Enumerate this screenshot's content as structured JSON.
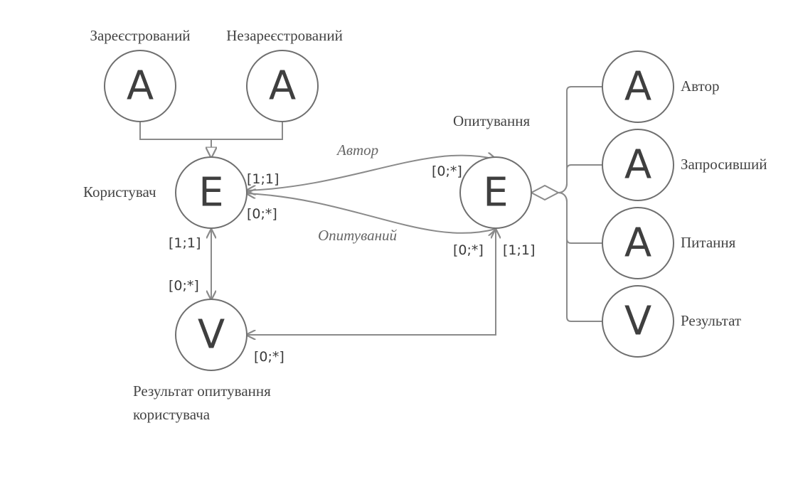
{
  "nodes": {
    "registered": {
      "letter": "A",
      "label": "Зареєстрований"
    },
    "unregistered": {
      "letter": "A",
      "label": "Незареєстрований"
    },
    "user": {
      "letter": "E",
      "label": "Користувач"
    },
    "user_result": {
      "letter": "V",
      "label_line1": "Результат опитування",
      "label_line2": "користувача"
    },
    "survey": {
      "letter": "E",
      "label": "Опитування"
    },
    "author": {
      "letter": "A",
      "label": "Автор"
    },
    "inviter": {
      "letter": "A",
      "label": "Запросивший"
    },
    "question": {
      "letter": "A",
      "label": "Питання"
    },
    "result": {
      "letter": "V",
      "label": "Результат"
    }
  },
  "relations": {
    "author": "Автор",
    "surveyed": "Опитуваний"
  },
  "cardinalities": {
    "user_author": "[1;1]",
    "user_surveyed": "[0;*]",
    "survey_author": "[0;*]",
    "survey_surveyed": "[0;*]",
    "user_to_result": "[1;1]",
    "result_from_user": "[0;*]",
    "result_from_survey": "[0;*]",
    "survey_to_result": "[1;1]"
  },
  "colors": {
    "stroke": "#6f6f6f",
    "edge": "#8a8a8a",
    "text": "#444444"
  }
}
